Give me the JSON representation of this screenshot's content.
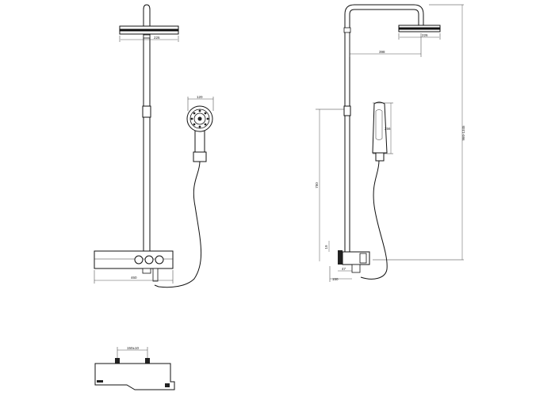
{
  "dimensions": {
    "front_head_width": "226",
    "front_handshower_width": "120",
    "front_body_width": "460",
    "side_head_width": "226",
    "side_arm_reach": "398",
    "side_handshower_height": "256",
    "side_total_height": "960-1345",
    "side_slide_height": "750",
    "side_small_a": "19",
    "side_small_b": "47",
    "side_small_c": "150",
    "bottom_connection": "150±10"
  },
  "colors": {
    "line": "#111111",
    "fill_dark": "#222222",
    "background": "#ffffff"
  }
}
